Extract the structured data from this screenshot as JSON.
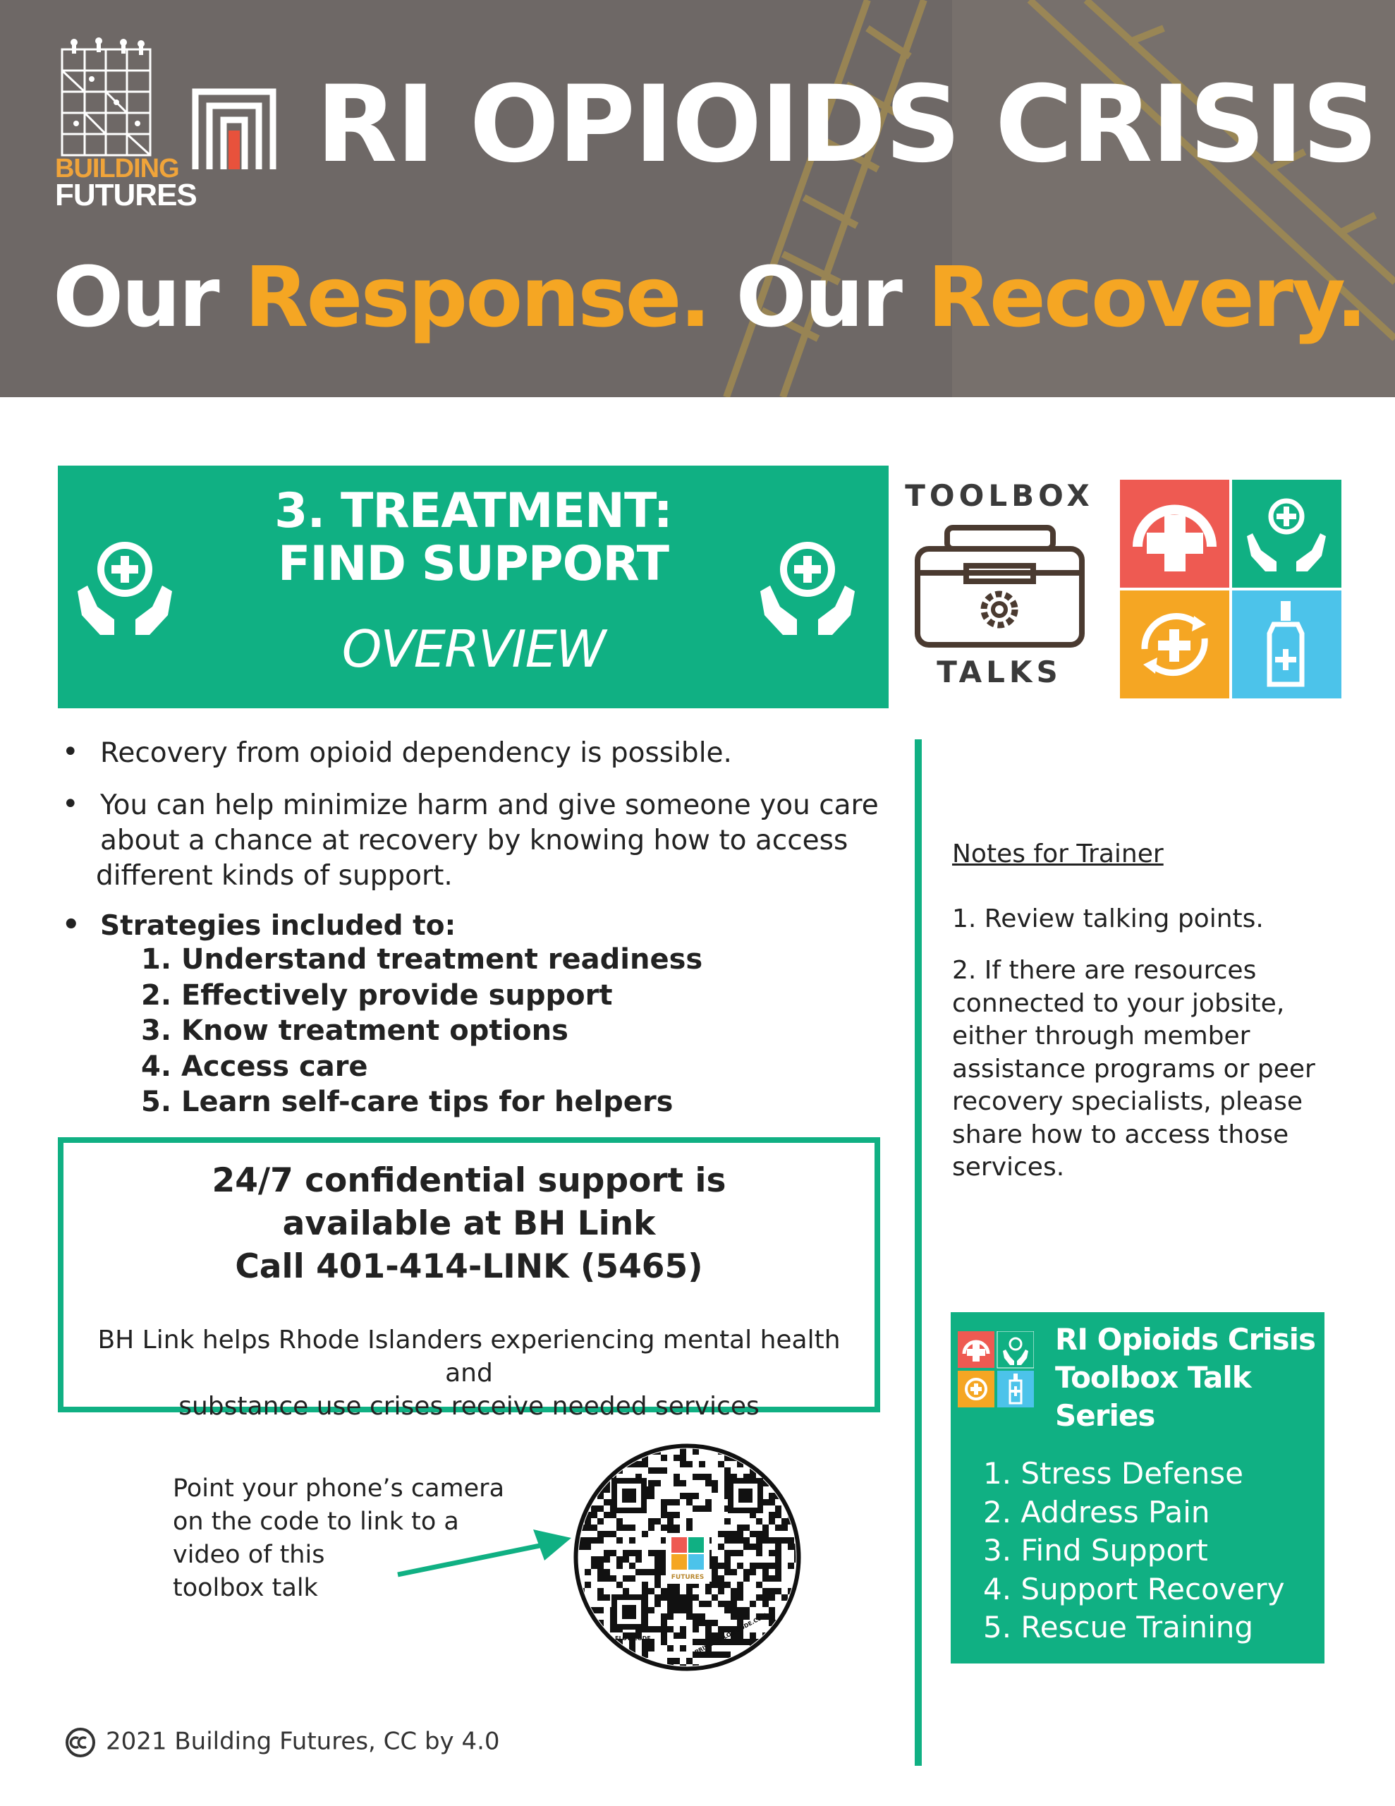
{
  "header": {
    "logo_line1": "BUILDING",
    "logo_line2": "FUTURES",
    "title": "RI OPIOIDS CRISIS",
    "subtitle_parts": [
      "Our ",
      "Response.",
      " Our ",
      "Recovery."
    ]
  },
  "panel": {
    "title_line1": "3. TREATMENT:",
    "title_line2": "FIND SUPPORT",
    "subtitle": "OVERVIEW"
  },
  "toolbox": {
    "top_label": "TOOLBOX",
    "bottom_label": "TALKS"
  },
  "colors": {
    "green": "#10b083",
    "red": "#ee5a52",
    "orange": "#f5a623",
    "blue": "#4cc3ea",
    "header_bg": "#6e6866"
  },
  "bullets": [
    {
      "lines": [
        "Recovery from opioid dependency is possible."
      ]
    },
    {
      "lines": [
        "You can help minimize harm and give someone you care",
        "about a chance at recovery by knowing how to access",
        "different kinds of support."
      ]
    },
    {
      "lines": [
        "Strategies included to:"
      ]
    }
  ],
  "strategies": [
    "1. Understand treatment readiness",
    "2. Effectively provide support",
    "3. Know treatment options",
    "4. Access care",
    "5. Learn self-care tips for helpers"
  ],
  "support": {
    "head_line1": "24/7 confidential support is",
    "head_line2": "available at BH Link",
    "head_line3": "Call 401-414-LINK (5465)",
    "body_line1": "BH Link helps Rhode Islanders experiencing mental health and",
    "body_line2": "substance use crises receive needed services"
  },
  "qr": {
    "line1": "Point your phone’s camera",
    "line2": "on the code to link to  a",
    "line3": "video of this",
    "line4": "toolbox talk",
    "badge_top": "FLOWCODE",
    "badge_bottom": "PRIVACY.FLOWCODE.COM"
  },
  "footer": {
    "text": "2021 Building Futures, CC by 4.0"
  },
  "notes": {
    "title": "Notes for Trainer",
    "item1": "1. Review talking points.",
    "item2_lines": [
      "2. If there are resources",
      "connected to your jobsite,",
      "either through member",
      "assistance programs or peer",
      "recovery specialists, please",
      "share how to access those",
      "services."
    ]
  },
  "series": {
    "title_line1": "RI Opioids Crisis",
    "title_line2": "Toolbox Talk",
    "title_line3": "Series",
    "items": [
      "1. Stress Defense",
      "2. Address Pain",
      "3. Find Support",
      "4. Support Recovery",
      "5. Rescue Training"
    ]
  }
}
